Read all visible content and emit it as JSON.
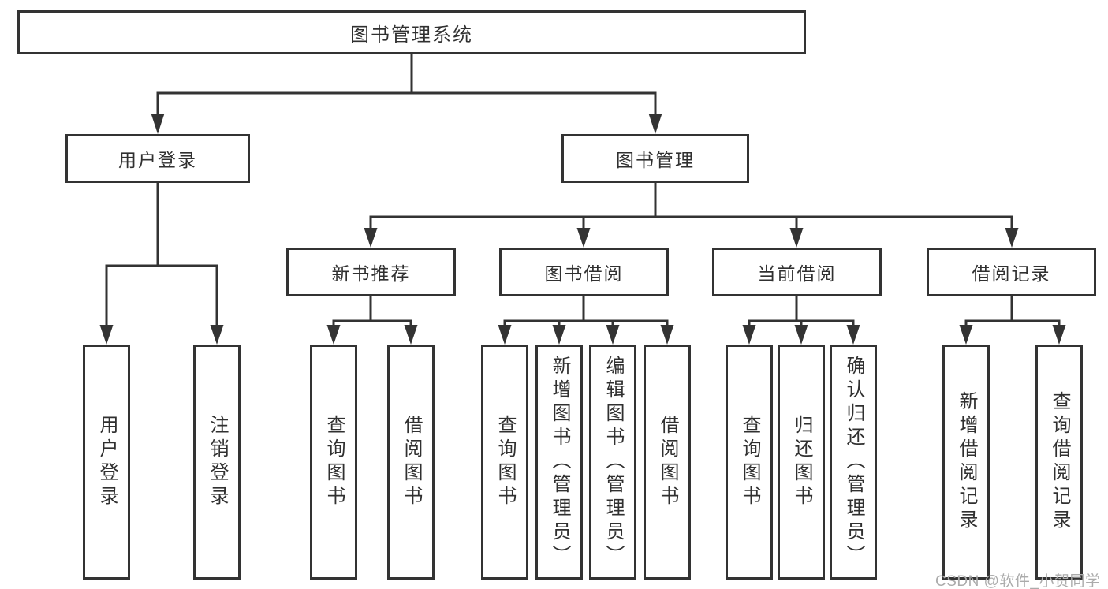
{
  "diagram": {
    "root": {
      "label": "图书管理系统"
    },
    "level1": [
      {
        "label": "用户登录"
      },
      {
        "label": "图书管理"
      }
    ],
    "level2": [
      {
        "label": "新书推荐"
      },
      {
        "label": "图书借阅"
      },
      {
        "label": "当前借阅"
      },
      {
        "label": "借阅记录"
      }
    ],
    "leaves": [
      {
        "label": "用户登录"
      },
      {
        "label": "注销登录"
      },
      {
        "label": "查询图书"
      },
      {
        "label": "借阅图书"
      },
      {
        "label": "查询图书"
      },
      {
        "label": "新增图书（管理员）"
      },
      {
        "label": "编辑图书（管理员）"
      },
      {
        "label": "借阅图书"
      },
      {
        "label": "查询图书"
      },
      {
        "label": "归还图书"
      },
      {
        "label": "确认归还（管理员）"
      },
      {
        "label": "新增借阅记录"
      },
      {
        "label": "查询借阅记录"
      }
    ]
  },
  "watermark": "CSDN @软件_小贺同学",
  "colors": {
    "line": "#333333",
    "box_background": "#ffffff",
    "text": "#303030",
    "watermark": "#ababab",
    "background": "#ffffff"
  }
}
